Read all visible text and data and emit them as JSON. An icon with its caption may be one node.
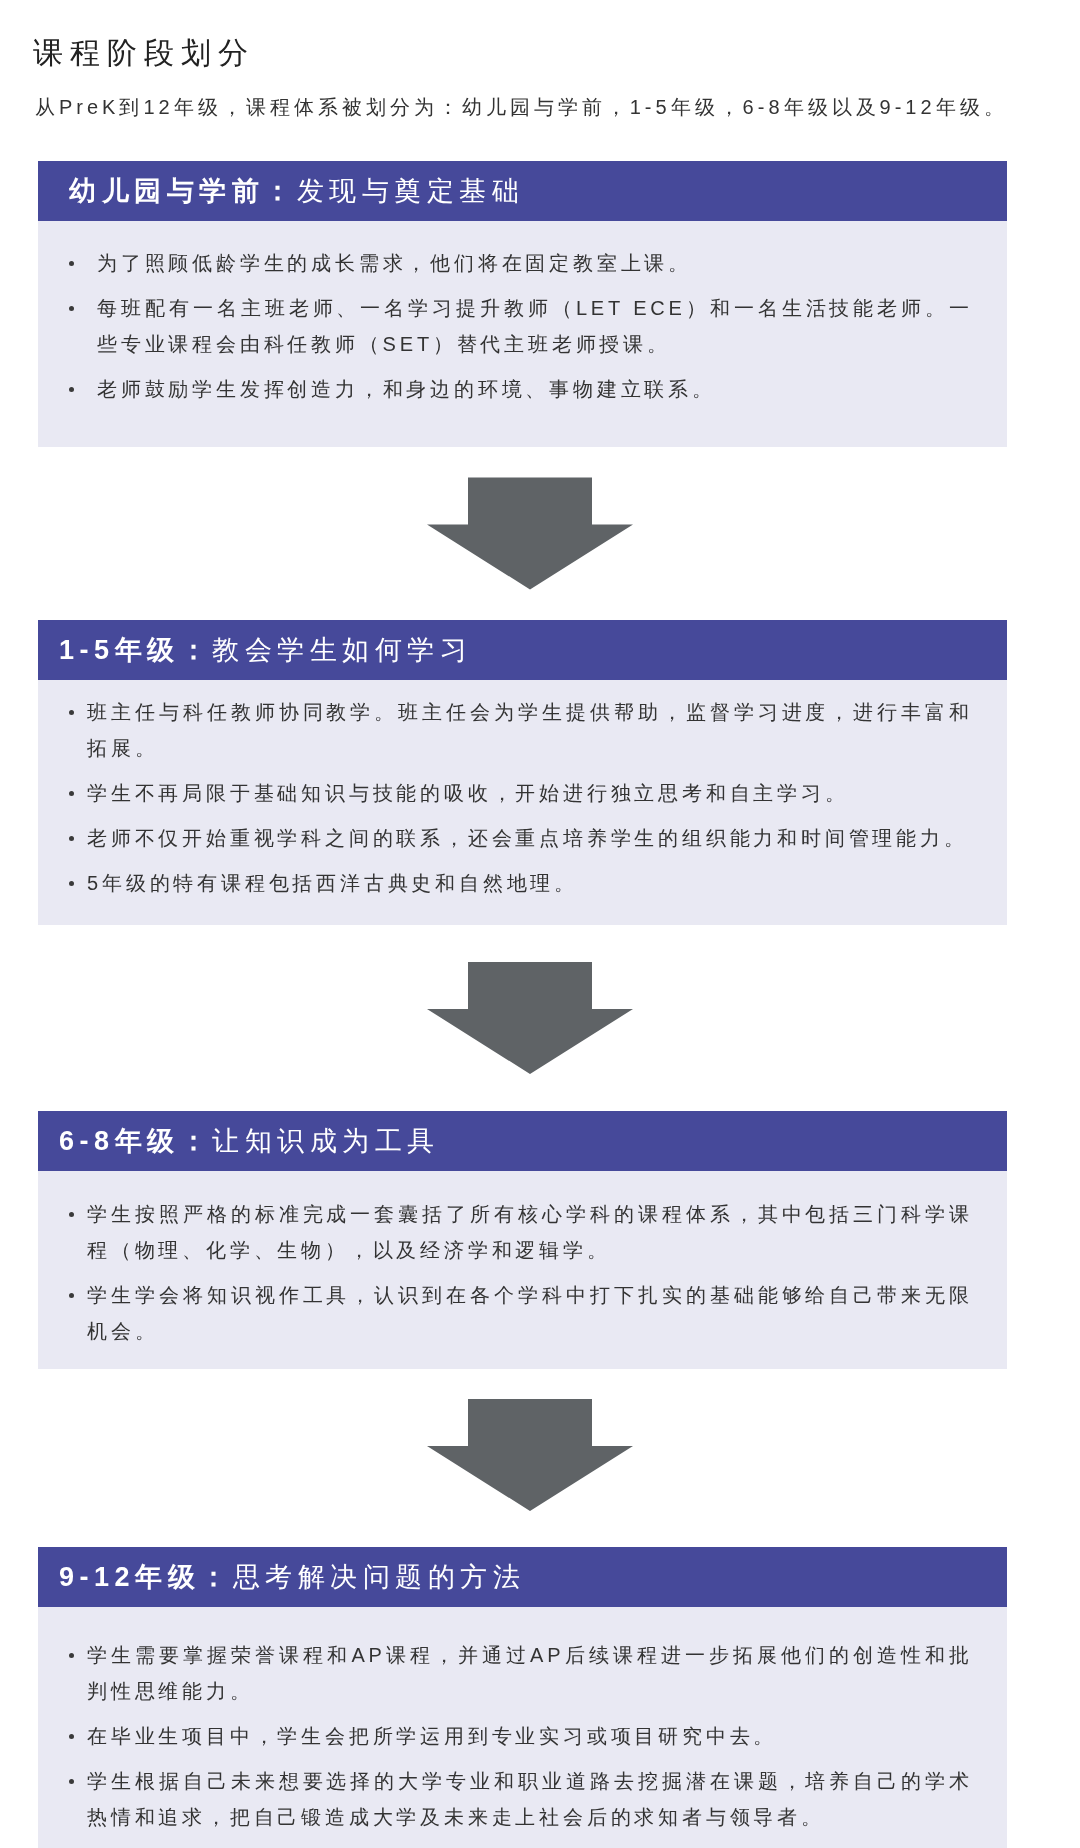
{
  "diagram": {
    "title": "课程阶段划分",
    "nodes": [
      {
        "text": [
          "**幼儿园与学前：**发现与奠定基础",
          "为了照顾低龄学生的成长需求，他们将在固定教室上课。",
          "每班配有一名主班老师、一名学习提升教师（LET ECE）和一名生活技能老师。一些专业课程会由科任教师（SET）替代主班老师授课。",
          "老师鼓励学生发挥创造力，和身边的环境、事物建立联系。"
        ]
      },
      {
        "text": [
          "**1-5年级：**教会学生如何学习",
          "班主任与科任教师协同教学。班主任会为学生提供帮助，监督学习进度，进行丰富和拓展。",
          "学生不再局限于基础知识与技能的吸收，开始进行独立思考和自主学习。",
          "老师不仅开始重视学科之间的联系，还会重点培养学生的组织能力和时间管理能力。",
          "5年级的特有课程包括西洋古典史和自然地理。"
        ]
      },
      {
        "text": [
          "**6-8年级：**让知识成为工具",
          "学生按照严格的标准完成一套囊括了所有核心学科的课程体系，其中包括三门科学课程（物理、化学、生物），以及经济学和逻辑学。",
          "学生学会将知识视作工具，认识到在各个学科中打下扎实的基础能够给自己带来无限机会。"
        ]
      },
      {
        "text": [
          "**9-12年级：**思考解决问题的方法",
          "学生需要掌握荣誉课程和AP课程，并通过AP后续课程进一步拓展他们的创造性和批判性思维能力。",
          "在毕业生项目中，学生会把所学运用到专业实习或项目研究中去。",
          "学生根据自己未来想要选择的大学专业和职业道路去挖掘潜在课题，培养自己的学术热情和追求，把自己锻造成大学及未来走上社会后的求知者与领导者。"
        ]
      }
    ],
    "edges": [
      {
        "from": 0,
        "to": 1,
        "arrow": "to"
      },
      {
        "from": 1,
        "to": 2,
        "arrow": "to"
      },
      {
        "from": 2,
        "to": 3,
        "arrow": "to"
      }
    ],
    "labels": [
      "从PreK到12年级，课程体系被划分为：幼儿园与学前，1-5年级，6-8年级以及9-12年级。"
    ]
  }
}
